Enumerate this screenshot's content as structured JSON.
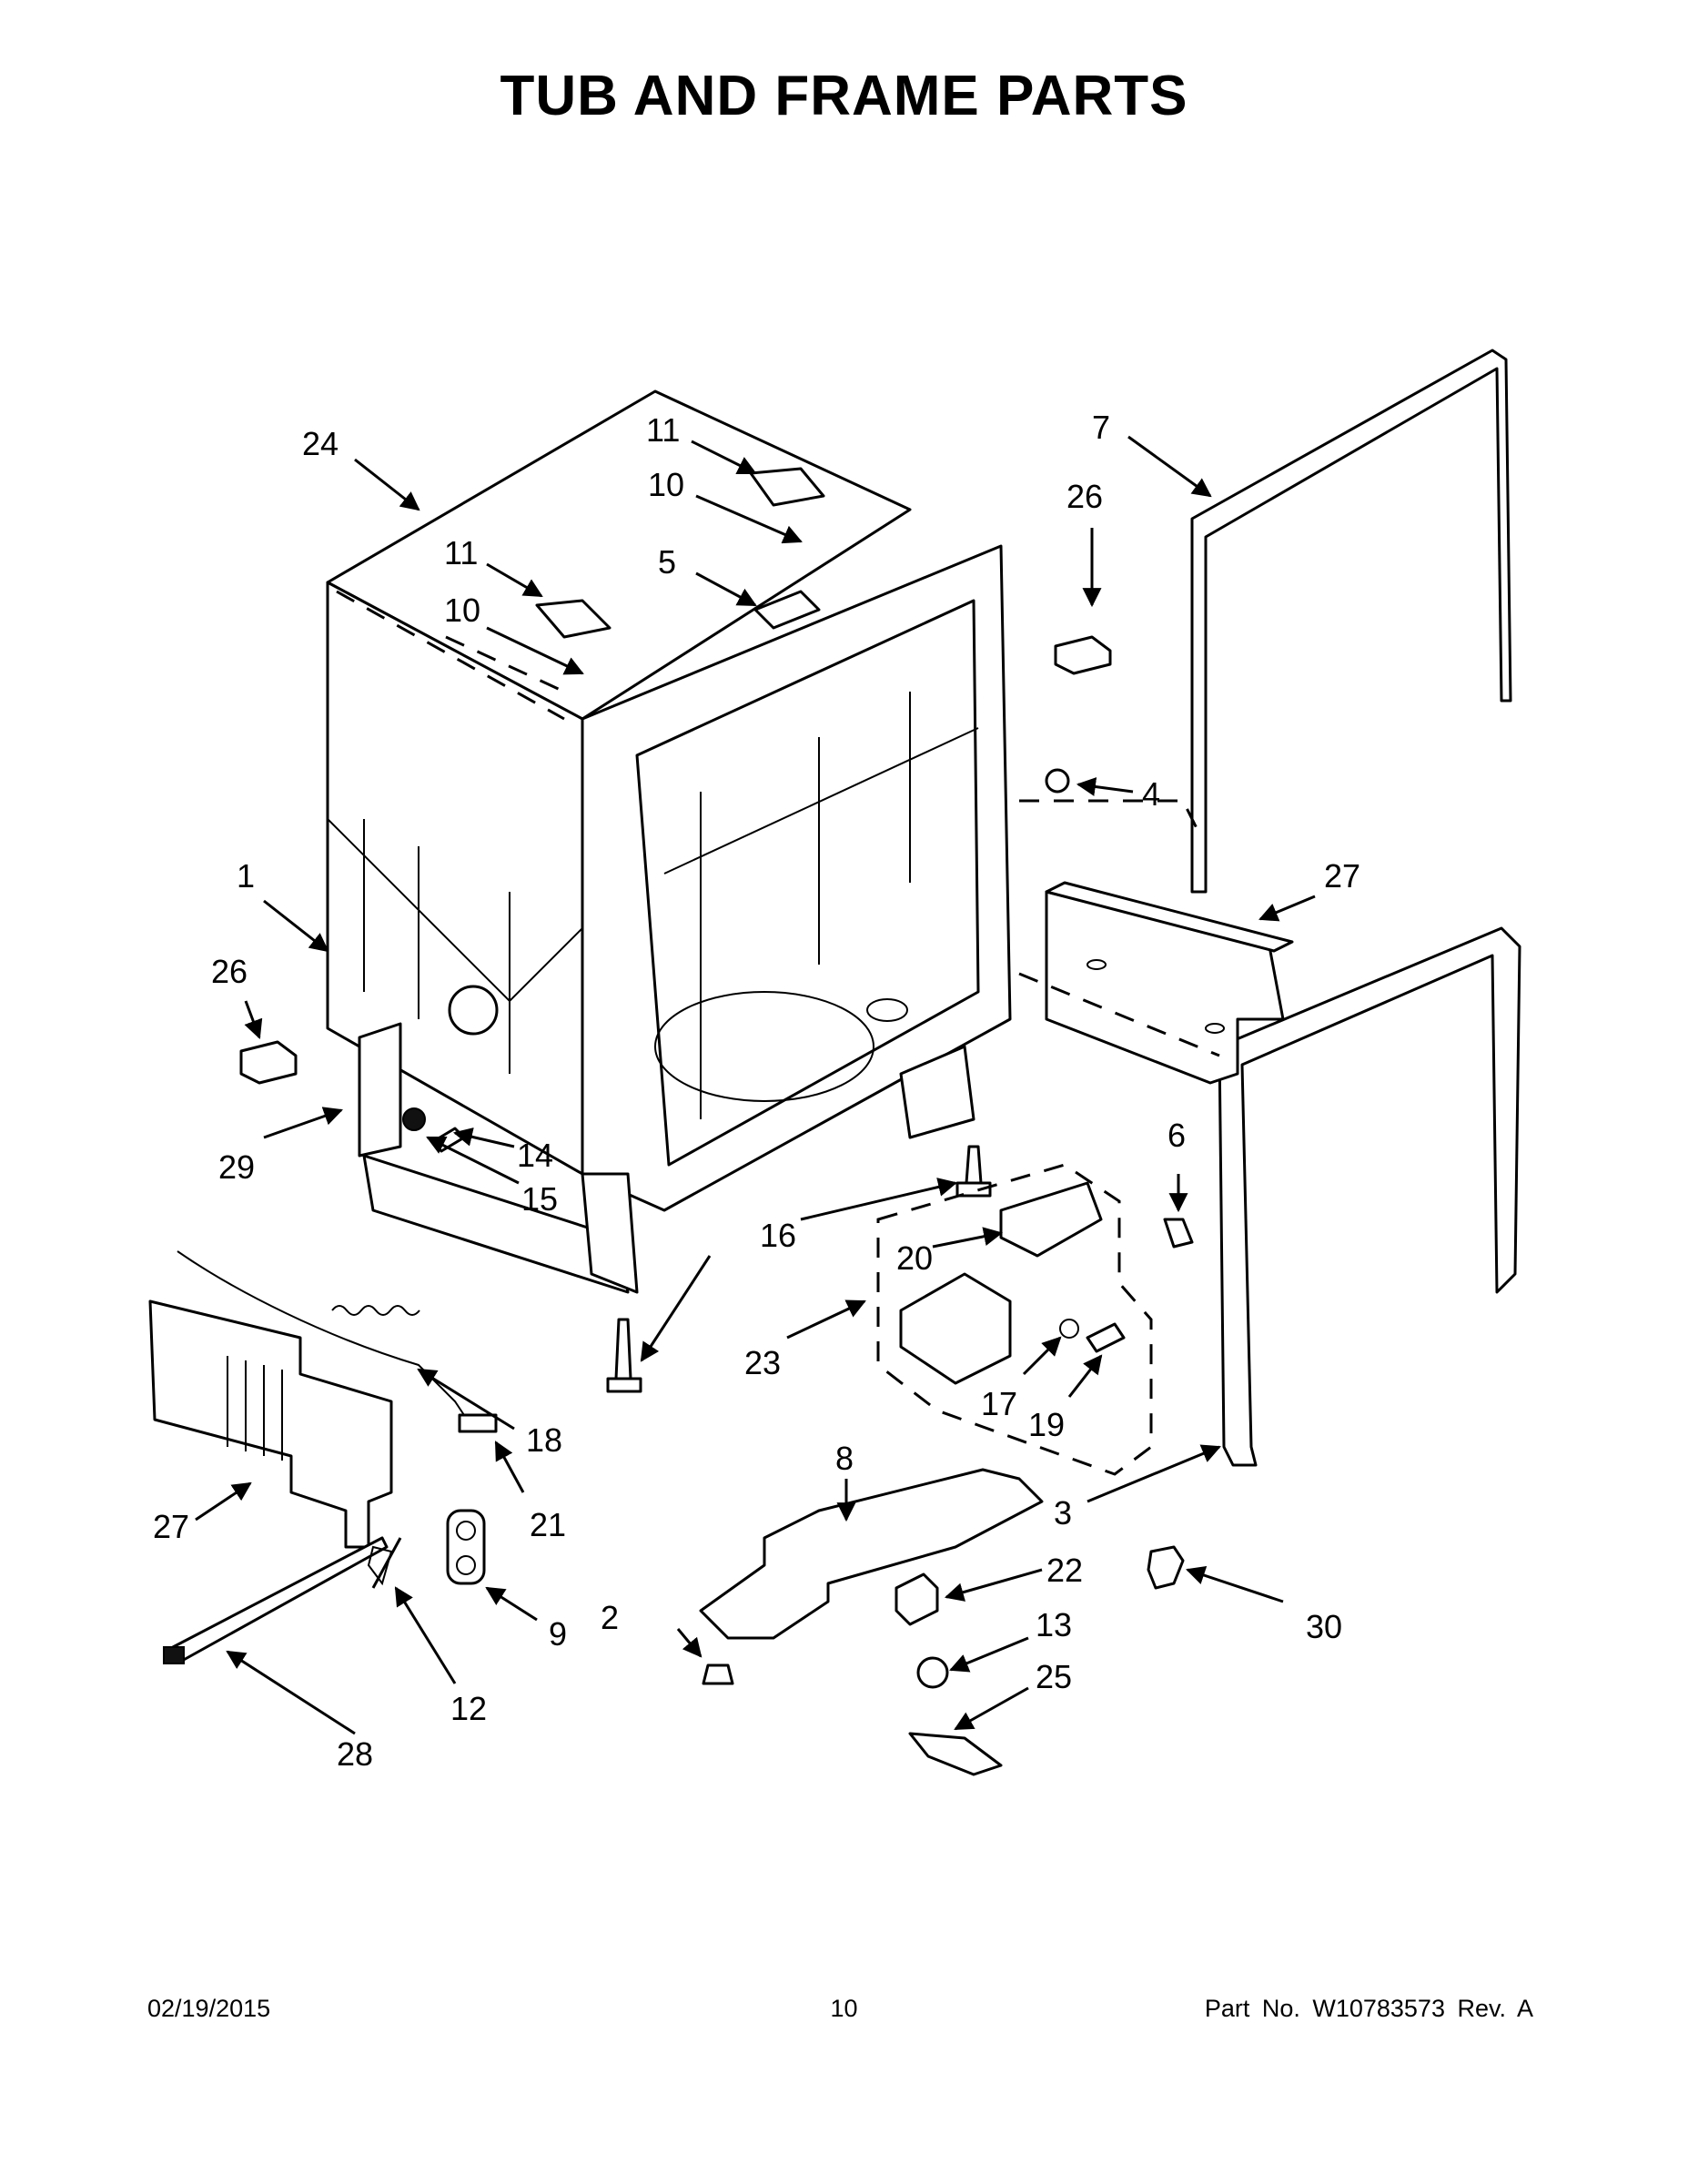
{
  "title": "TUB AND FRAME PARTS",
  "footer": {
    "date": "02/19/2015",
    "page": "10",
    "part_no": "Part No.  W10783573  Rev.  A"
  },
  "callouts": {
    "c1": "1",
    "c2": "2",
    "c3": "3",
    "c4": "4",
    "c5": "5",
    "c6": "6",
    "c7": "7",
    "c8": "8",
    "c9": "9",
    "c10a": "10",
    "c10b": "10",
    "c11a": "11",
    "c11b": "11",
    "c12": "12",
    "c13": "13",
    "c14": "14",
    "c15": "15",
    "c16": "16",
    "c17": "17",
    "c18": "18",
    "c19": "19",
    "c20": "20",
    "c21": "21",
    "c22": "22",
    "c23": "23",
    "c24": "24",
    "c25": "25",
    "c26a": "26",
    "c26b": "26",
    "c27a": "27",
    "c27b": "27",
    "c28": "28",
    "c29": "29",
    "c30": "30"
  }
}
